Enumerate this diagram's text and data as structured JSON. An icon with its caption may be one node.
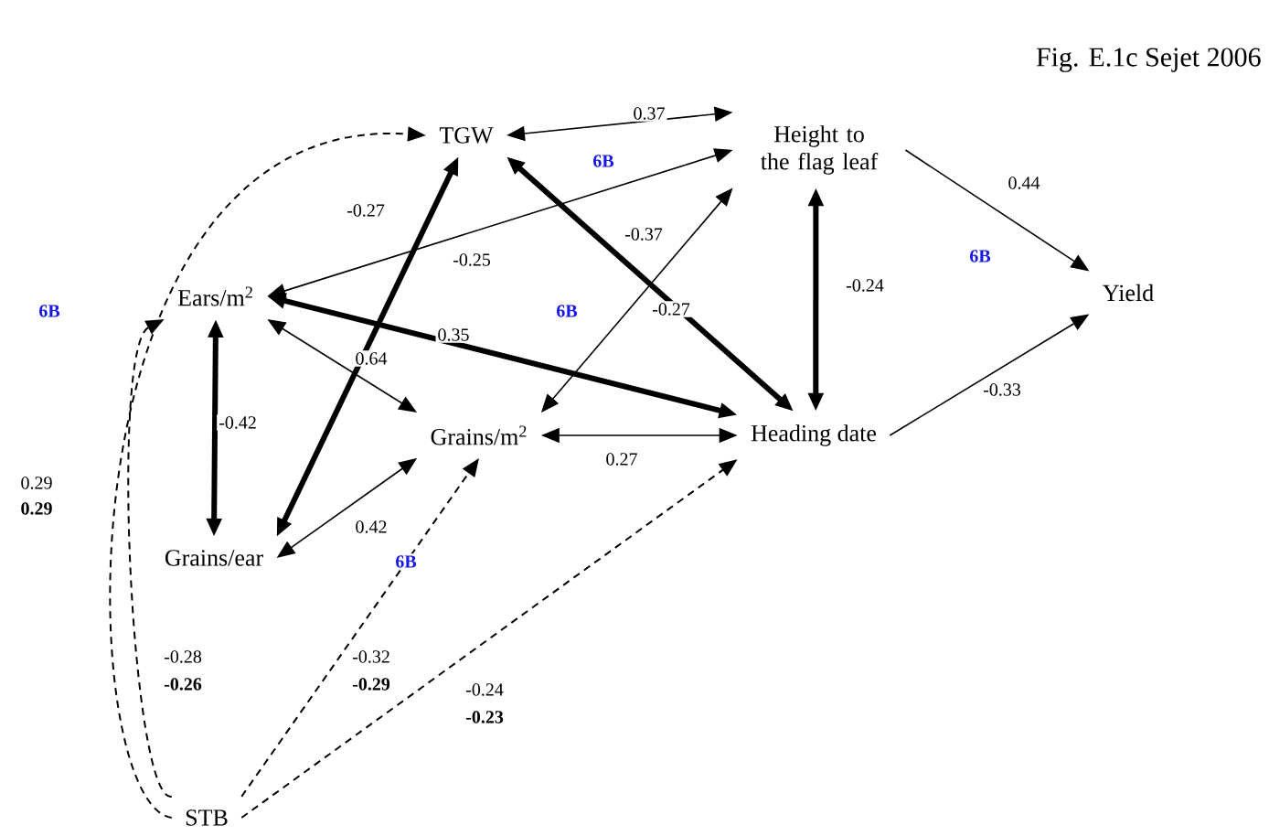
{
  "diagram": {
    "title": "Fig. E.1c Sejet 2006",
    "nodes": [
      {
        "text": [
          "TGW"
        ]
      },
      {
        "text": [
          "Height to the flag leaf"
        ]
      },
      {
        "text": [
          "Ears/m$^{2}$"
        ]
      },
      {
        "text": [
          "Yield"
        ]
      },
      {
        "text": [
          "Grains/m$^{2}$"
        ]
      },
      {
        "text": [
          "Heading date"
        ]
      },
      {
        "text": [
          "Grains/ear"
        ]
      },
      {
        "text": [
          "STB"
        ]
      }
    ],
    "edges": [
      {
        "from": 0,
        "to": 1,
        "arrow": "both",
        "label": "0.37"
      },
      {
        "from": 6,
        "to": 0,
        "arrow": "both",
        "label": "-0.27",
        "style": "thick"
      },
      {
        "from": 1,
        "to": 2,
        "arrow": "both",
        "label": "-0.25"
      },
      {
        "from": 0,
        "to": 5,
        "arrow": "both",
        "label": "-0.27",
        "style": "thick"
      },
      {
        "from": 1,
        "to": 4,
        "arrow": "both",
        "label": "-0.37"
      },
      {
        "from": 2,
        "to": 5,
        "arrow": "both",
        "label": "0.35",
        "style": "thick"
      },
      {
        "from": 2,
        "to": 4,
        "arrow": "both",
        "label": "0.64"
      },
      {
        "from": 4,
        "to": 5,
        "arrow": "both",
        "label": "0.27"
      },
      {
        "from": 1,
        "to": 5,
        "arrow": "both",
        "label": "-0.24",
        "style": "thick"
      },
      {
        "from": 1,
        "to": 3,
        "arrow": "to",
        "label": "0.44"
      },
      {
        "from": 5,
        "to": 3,
        "arrow": "to",
        "label": "-0.33"
      },
      {
        "from": 2,
        "to": 6,
        "arrow": "both",
        "label": "-0.42",
        "style": "thick"
      },
      {
        "from": 6,
        "to": 4,
        "arrow": "both",
        "label": "0.42"
      },
      {
        "from": 7,
        "to": 0,
        "arrow": "to",
        "label": "0.29",
        "style": "dashed"
      },
      {
        "from": 7,
        "to": 2,
        "arrow": "to",
        "label": "-0.28",
        "style": "dashed"
      },
      {
        "from": 7,
        "to": 4,
        "arrow": "to",
        "label": "-0.32",
        "style": "dashed"
      },
      {
        "from": 7,
        "to": 5,
        "arrow": "to",
        "label": "-0.24",
        "style": "dashed"
      }
    ],
    "labels": [
      "6B",
      "6B",
      "6B",
      "6B",
      "0.29",
      "6B",
      "-0.26",
      "-0.29",
      "-0.23"
    ]
  }
}
